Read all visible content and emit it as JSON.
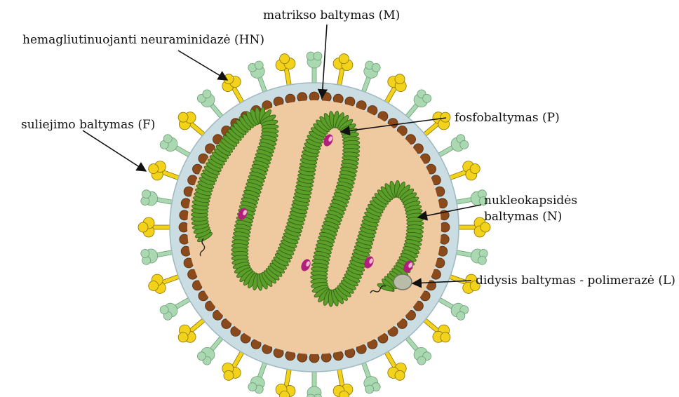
{
  "labels": {
    "matrix": "matrikso baltymas (M)",
    "hn": "hemagliutinuojanti neuraminidazė (HN)",
    "fusion": "suliejimo baltymas (F)",
    "phospho": "fosfobaltymas (P)",
    "nucleocapsid_line1": "nukleokapsidės",
    "nucleocapsid_line2": "baltymas (N)",
    "polymerase": "didysis baltymas - polimerazė (L)"
  },
  "colors": {
    "background": "#ffffff",
    "interior": "#efcaa0",
    "matrix_bead": "#8a4a1c",
    "membrane": "#c9dde3",
    "fusion_spike": "#f2d21a",
    "hn_spike": "#a9d8b1",
    "nucleocapsid": "#5c9e2a",
    "phosphoprotein": "#b0207a",
    "polymerase": "#b8bca8",
    "leader_line": "#111111"
  }
}
